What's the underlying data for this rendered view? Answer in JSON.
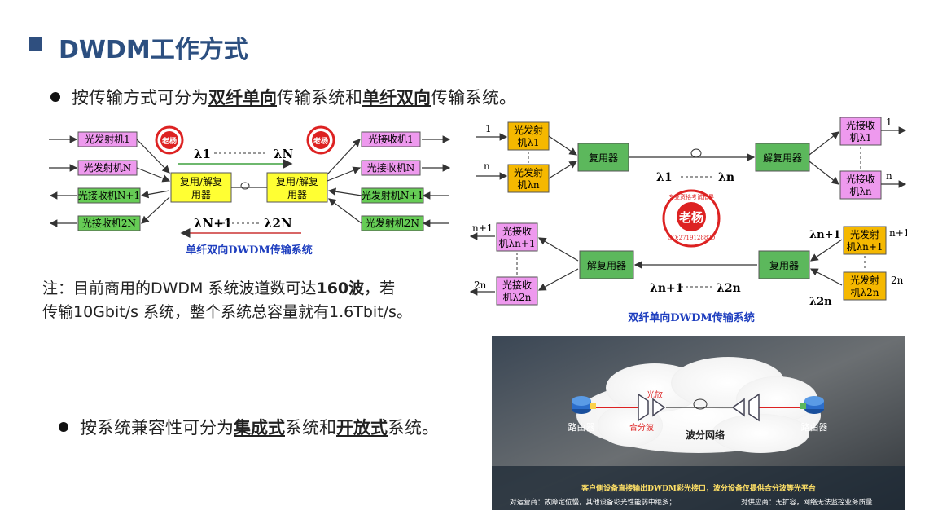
{
  "title": "DWDM工作方式",
  "bullet1": {
    "prefix": "按传输方式可分为",
    "em1": "双纤单向",
    "mid1": "传输系统和",
    "em2": "单纤双向",
    "suffix": "传输系统。"
  },
  "note": {
    "line1_prefix": "注：目前商用的DWDM 系统波道数可达",
    "line1_em": "160波",
    "line1_suffix": "，若",
    "line2": "传输10Gbit/s 系统，整个系统总容量就有1.6Tbit/s。"
  },
  "bullet2": {
    "prefix": "按系统兼容性可分为",
    "em1": "集成式",
    "mid1": "系统和",
    "em2": "开放式",
    "suffix": "系统。"
  },
  "left_diagram": {
    "left_boxes": [
      "光发射机1",
      "光发射机N",
      "光接收机N+1",
      "光接收机2N"
    ],
    "right_boxes": [
      "光接收机1",
      "光接收机N",
      "光发射机N+1",
      "光发射机2N"
    ],
    "mux_left": [
      "复用/解复",
      "用器"
    ],
    "mux_right": [
      "复用/解复",
      "用器"
    ],
    "lambda_top_left": "λ1",
    "lambda_top_right": "λN",
    "lambda_bottom_left": "λN+1",
    "lambda_bottom_right": "λ2N",
    "stamp": "老杨",
    "caption": "单纤双向DWDM传输系统"
  },
  "right_diagram": {
    "tx_top": [
      [
        "光发射",
        "机λ1"
      ],
      [
        "光发射",
        "机λn"
      ]
    ],
    "rx_top": [
      [
        "光接收",
        "机λ1"
      ],
      [
        "光接收",
        "机λn"
      ]
    ],
    "mux_top": "复用器",
    "demux_top": "解复用器",
    "in_top": [
      "1",
      "n"
    ],
    "out_top": [
      "1",
      "n"
    ],
    "lambda_top": [
      "λ1",
      "λn"
    ],
    "rx_bottom": [
      [
        "光接收",
        "机λn+1"
      ],
      [
        "光接收",
        "机λ2n"
      ]
    ],
    "tx_bottom": [
      [
        "光发射",
        "机λn+1"
      ],
      [
        "光发射",
        "机λ2n"
      ]
    ],
    "demux_bottom": "解复用器",
    "mux_bottom": "复用器",
    "out_bottom": [
      "n+1",
      "2n"
    ],
    "in_bottom": [
      "n+1",
      "2n"
    ],
    "lambda_bottom": [
      "λn+1",
      "λ2n"
    ],
    "side_lambda": [
      "λn+1",
      "λ2n"
    ],
    "stamp": "老杨",
    "stamp_ring": "专业资格考试指导",
    "stamp_qq": "QQ:2719128820",
    "caption": "双纤单向DWDM传输系统"
  },
  "photo": {
    "amp_label": "光放",
    "combiner_label": "合分波",
    "cloud_label": "波分网络",
    "router_left": "路由器",
    "router_right": "路由器",
    "caption1": "客户侧设备直接输出DWDM彩光接口，波分设备仅提供合分波等光平台",
    "caption2_left": "对运营商：故障定位慢，其他设备彩光性能弱中继多；",
    "caption2_right": "对供应商：无扩容，网络无法监控业务质量"
  },
  "colors": {
    "title": "#2c4f80",
    "tx_box": "#ee99ee",
    "rx_box": "#66cc55",
    "mux_box": "#ffff33",
    "orange_box": "#f5b800",
    "green_box": "#5cb85c",
    "caption_blue": "#1f3fbf"
  }
}
